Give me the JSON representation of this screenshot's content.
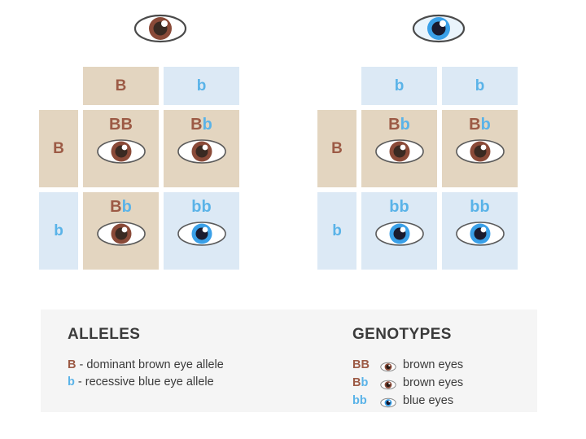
{
  "colors": {
    "tan_cell": "#e3d5c0",
    "blue_cell": "#dce9f5",
    "brown_allele": "#9c5a45",
    "blue_allele": "#5ab3e8",
    "legend_bg": "#f5f5f5",
    "text": "#3b3b3b",
    "brown_iris": "#8a4a38",
    "brown_iris_inner": "#6b4430",
    "blue_iris": "#3aa0e8",
    "eye_outline": "#4a4a4a",
    "pupil": "#1a1a2e"
  },
  "squares": [
    {
      "name": "left-punnett-square",
      "parent_eye": {
        "icon": "brown-eye-icon",
        "color": "brown"
      },
      "column_headers": [
        {
          "allele": "B",
          "type": "brown"
        },
        {
          "allele": "b",
          "type": "blue"
        }
      ],
      "row_headers": [
        {
          "allele": "B",
          "type": "brown"
        },
        {
          "allele": "b",
          "type": "blue"
        }
      ],
      "cells": [
        {
          "genotype": "BB",
          "first": "B",
          "second": "B",
          "phenotype": "brown",
          "eye": "brown-eye-icon"
        },
        {
          "genotype": "Bb",
          "first": "B",
          "second": "b",
          "phenotype": "brown",
          "eye": "brown-eye-icon"
        },
        {
          "genotype": "Bb",
          "first": "B",
          "second": "b",
          "phenotype": "brown",
          "eye": "brown-eye-icon"
        },
        {
          "genotype": "bb",
          "first": "b",
          "second": "b",
          "phenotype": "blue",
          "eye": "blue-eye-icon"
        }
      ]
    },
    {
      "name": "right-punnett-square",
      "parent_eye": {
        "icon": "blue-eye-icon",
        "color": "blue"
      },
      "column_headers": [
        {
          "allele": "b",
          "type": "blue"
        },
        {
          "allele": "b",
          "type": "blue"
        }
      ],
      "row_headers": [
        {
          "allele": "B",
          "type": "brown"
        },
        {
          "allele": "b",
          "type": "blue"
        }
      ],
      "cells": [
        {
          "genotype": "Bb",
          "first": "B",
          "second": "b",
          "phenotype": "brown",
          "eye": "brown-eye-icon"
        },
        {
          "genotype": "Bb",
          "first": "B",
          "second": "b",
          "phenotype": "brown",
          "eye": "brown-eye-icon"
        },
        {
          "genotype": "bb",
          "first": "b",
          "second": "b",
          "phenotype": "blue",
          "eye": "blue-eye-icon"
        },
        {
          "genotype": "bb",
          "first": "b",
          "second": "b",
          "phenotype": "blue",
          "eye": "blue-eye-icon"
        }
      ]
    }
  ],
  "legend": {
    "alleles": {
      "title": "ALLELES",
      "items": [
        {
          "key": "B",
          "type": "brown",
          "text": " - dominant brown eye allele"
        },
        {
          "key": "b",
          "type": "blue",
          "text": " - recessive blue eye allele"
        }
      ]
    },
    "genotypes": {
      "title": "GENOTYPES",
      "items": [
        {
          "first": "B",
          "second": "B",
          "eye": "brown-eye-icon",
          "label": "brown eyes"
        },
        {
          "first": "B",
          "second": "b",
          "eye": "brown-eye-icon",
          "label": "brown eyes"
        },
        {
          "first": "b",
          "second": "b",
          "eye": "blue-eye-icon",
          "label": "blue eyes"
        }
      ]
    }
  }
}
